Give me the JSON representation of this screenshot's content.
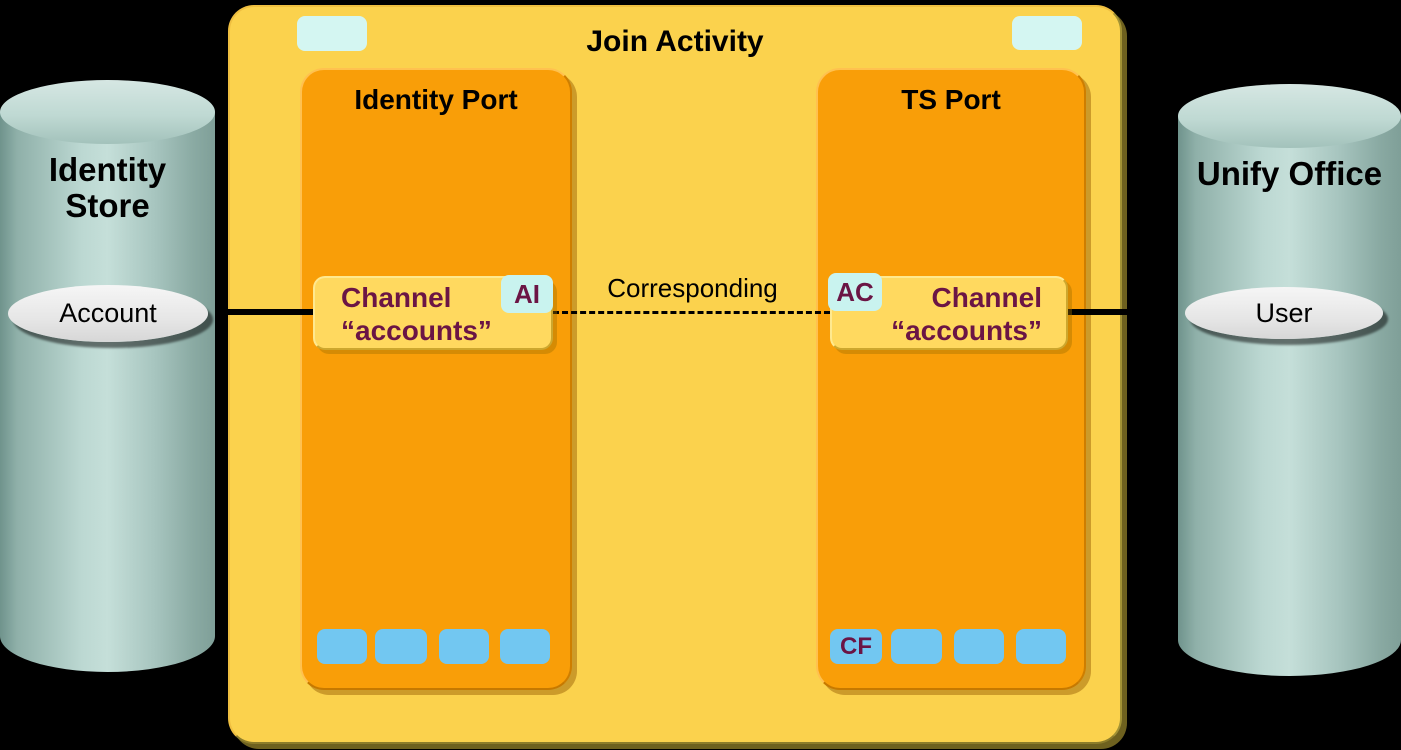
{
  "diagram": {
    "title": "Join Activity",
    "connection_label": "Corresponding",
    "ports": [
      {
        "title": "Identity Port",
        "channel": {
          "name": "Channel",
          "instance": "“accounts”",
          "badge": "AI"
        },
        "slots": [
          "",
          "",
          "",
          ""
        ]
      },
      {
        "title": "TS Port",
        "channel": {
          "name": "Channel",
          "instance": "“accounts”",
          "badge": "AC"
        },
        "slots": [
          "CF",
          "",
          "",
          ""
        ]
      }
    ],
    "stores": [
      {
        "name": "Identity\nStore",
        "entity": "Account"
      },
      {
        "name": "Unify Office",
        "entity": "User"
      }
    ],
    "colors": {
      "canvas_bg": "#000000",
      "activity_fill": "#FBD24D",
      "port_fill": "#F99E08",
      "channel_fill": "#FFD95F",
      "slot_fill": "#72C7F1",
      "tab_fill": "#D4F6F2",
      "badge_fill": "#C9F3EF",
      "channel_text": "#6B1545",
      "cylinder_fill": "#A9C8C2",
      "entity_fill": "#E9E9E9",
      "line": "#000000"
    }
  }
}
